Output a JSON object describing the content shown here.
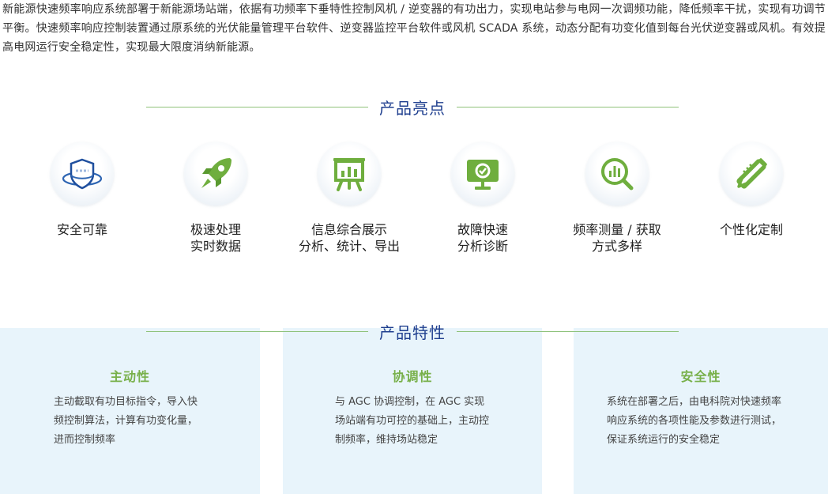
{
  "intro": "新能源快速频率响应系统部署于新能源场站端，依据有功频率下垂特性控制风机 / 逆变器的有功出力，实现电站参与电网一次调频功能，降低频率干扰，实现有功调节平衡。快速频率响应控制装置通过原系统的光伏能量管理平台软件、逆变器监控平台软件或风机 SCADA 系统，动态分配有功变化值到每台光伏逆变器或风机。有效提高电网运行安全稳定性，实现最大限度消纳新能源。",
  "highlights_heading": "产品亮点",
  "highlights": [
    {
      "icon": "shield-icon",
      "label": "安全可靠"
    },
    {
      "icon": "rocket-icon",
      "label": "极速处理\n实时数据"
    },
    {
      "icon": "presentation-board-icon",
      "label": "信息综合展示\n分析、统计、导出"
    },
    {
      "icon": "monitor-check-icon",
      "label": "故障快速\n分析诊断"
    },
    {
      "icon": "magnifier-chart-icon",
      "label": "频率测量 / 获取\n方式多样"
    },
    {
      "icon": "pencil-ruler-icon",
      "label": "个性化定制"
    }
  ],
  "features_heading": "产品特性",
  "features": [
    {
      "title": "主动性",
      "text": "主动截取有功目标指令，导入快频控制算法，计算有功变化量，进而控制频率"
    },
    {
      "title": "协调性",
      "text": "与 AGC 协调控制，在 AGC 实现场站端有功可控的基础上，主动控制频率，维持场站稳定"
    },
    {
      "title": "安全性",
      "text": "系统在部署之后，由电科院对快速频率响应系统的各项性能及参数进行测试，保证系统运行的安全稳定"
    }
  ],
  "colors": {
    "green": "#78b04a",
    "navy": "#1f3f8f",
    "card_bg": "#e8f4fb",
    "line": "#8ec27a"
  }
}
